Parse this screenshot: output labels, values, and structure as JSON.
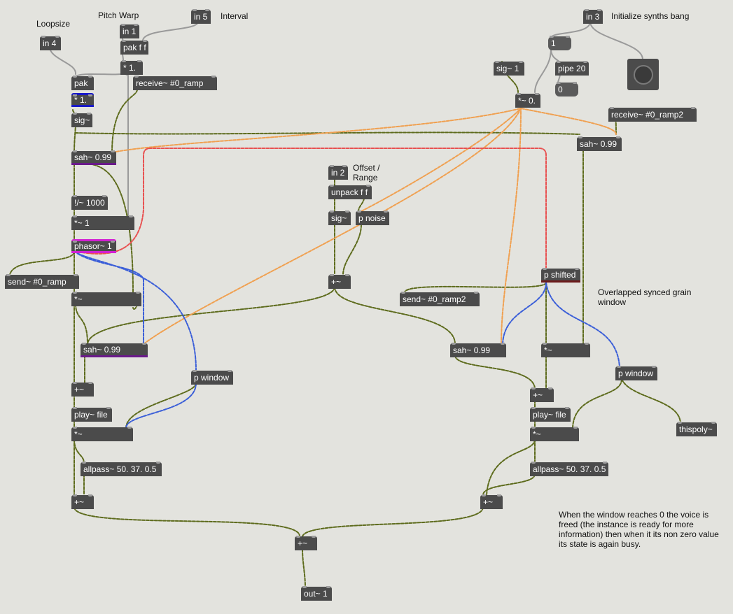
{
  "objects": {
    "in4": "in 4",
    "in1": "in 1",
    "in5": "in 5",
    "in3": "in 3",
    "in2": "in 2",
    "pakff": "pak f f",
    "mul1": "* 1.",
    "pak": "pak",
    "mul1b": "* 1.",
    "receive_ramp": "receive~ #0_ramp",
    "sig1": "sig~",
    "sah1": "sah~ 0.99",
    "divide": "!/~ 1000",
    "mulsig1": "*~ 1",
    "phasor": "phasor~ 1",
    "send_ramp": "send~ #0_ramp",
    "mulsig2": "*~",
    "sah2": "sah~ 0.99",
    "pwindow1": "p window",
    "plus1": "+~",
    "playfile1": "play~ file",
    "mulsig3": "*~",
    "allpass1": "allpass~ 50. 37. 0.5",
    "plus2": "+~",
    "outplus": "+~",
    "out1": "out~ 1",
    "msg1": "1",
    "pipe": "pipe 20",
    "msg0": "0",
    "sigtilde1": "sig~ 1",
    "mulsig0": "*~ 0.",
    "receive_ramp2": "receive~ #0_ramp2",
    "sah3": "sah~ 0.99",
    "unpack": "unpack f f",
    "sig2": "sig~",
    "pnoise": "p noise",
    "plus3": "+~",
    "pshifted": "p shifted",
    "send_ramp2": "send~ #0_ramp2",
    "sah4": "sah~ 0.99",
    "mulsig4": "*~",
    "pwindow2": "p window",
    "plus4": "+~",
    "playfile2": "play~ file",
    "mulsig5": "*~",
    "allpass2": "allpass~ 50. 37. 0.5",
    "plus5": "+~",
    "thispoly": "thispoly~"
  },
  "labels": {
    "loopsize": "Loopsize",
    "pitch_warp": "Pitch Warp",
    "interval": "Interval",
    "init_synths": "Initialize synths bang",
    "offset_range_1": "Offset /",
    "offset_range_2": "Range",
    "overlapped_1": "Overlapped synced grain",
    "overlapped_2": "window",
    "note_1": "When the window reaches 0 the voice is",
    "note_2": "freed (the instance is ready for more",
    "note_3": "information) then when it its non zero value",
    "note_4": "its state is again busy."
  },
  "colors": {
    "background": "#e3e3de",
    "object": "#4b4b4b",
    "signal_cord": "#5d6b1c",
    "control_cord": "#a0a0a0",
    "orange_cord": "#f0a050",
    "red_cord": "#e85050",
    "blue_cord": "#3a5ed8",
    "phasor_accent": "#d21fd2",
    "sah_accent": "#6a1a8a",
    "mul_accent": "#1a1ac8",
    "shifted_accent": "#6a1a1a"
  }
}
